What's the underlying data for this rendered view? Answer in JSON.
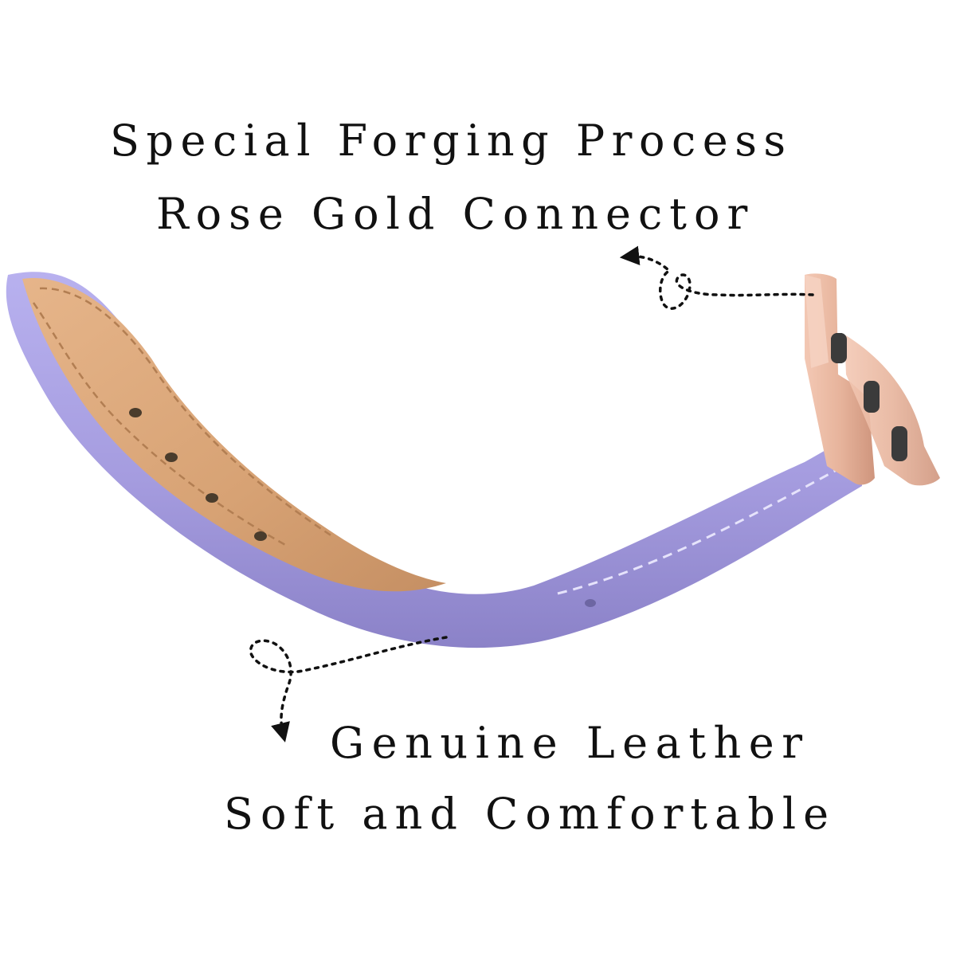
{
  "callouts": {
    "connector": {
      "line1": "Special Forging Process",
      "line2": "Rose Gold Connector"
    },
    "leather": {
      "line1": "Genuine Leather",
      "line2": "Soft and Comfortable"
    }
  },
  "colors": {
    "background": "#ffffff",
    "text": "#111111",
    "strap_outer": "#a79fe0",
    "strap_inner": "#d9a77b",
    "stitch": "#b27e52",
    "connector": "#e7b49c",
    "connector_slot": "#3b3b3b",
    "arrow": "#111111"
  },
  "product": {
    "name_icon": "watch-band-illustration"
  }
}
